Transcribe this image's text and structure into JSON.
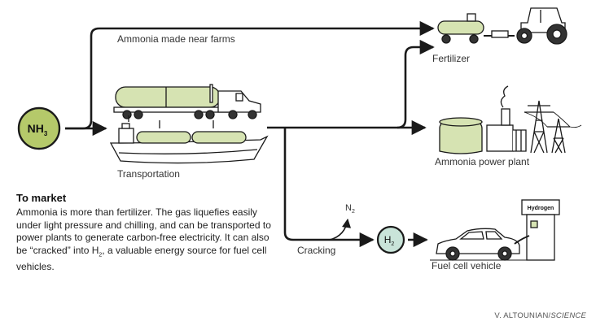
{
  "nodes": {
    "nh3": {
      "base": "NH",
      "sub": "3"
    },
    "h2": {
      "base": "H",
      "sub": "2"
    },
    "n2": {
      "base": "N",
      "sub": "2"
    }
  },
  "labels": {
    "farms": "Ammonia made near farms",
    "transportation": "Transportation",
    "fertilizer": "Fertilizer",
    "power_plant": "Ammonia power plant",
    "cracking": "Cracking",
    "fuel_cell_vehicle": "Fuel cell vehicle",
    "hydrogen_sign": "Hydrogen"
  },
  "panel": {
    "title": "To market",
    "text_before": "Ammonia is more than fertilizer. The gas liquefies easily under light pressure and chilling, and can be transported to power plants to generate carbon-free electricity. It can also be “cracked” into H",
    "text_sub": "2",
    "text_after": ", a valuable energy source for fuel cell vehicles."
  },
  "credit": {
    "author": "V. ALTOUNIAN/",
    "outlet": "SCIENCE"
  },
  "colors": {
    "nh3_fill": "#b5c96a",
    "h2_fill": "#c9e4d9",
    "tank_fill": "#d6e3b2",
    "line": "#1a1a1a"
  }
}
